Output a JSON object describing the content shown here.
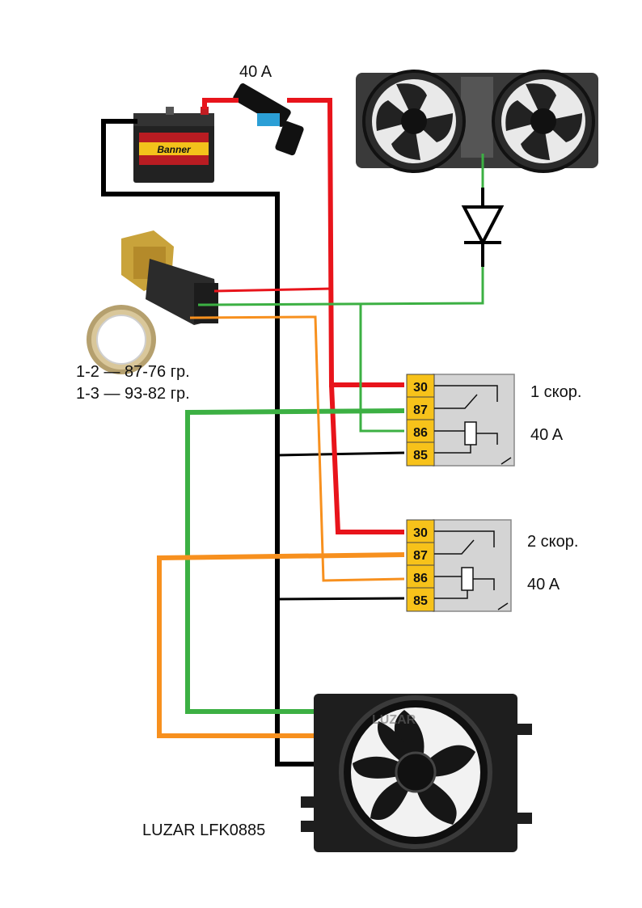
{
  "fuse": {
    "rating": "40 A"
  },
  "battery": {
    "brand": "Banner"
  },
  "thermo_switch": {
    "line1": "1-2 — 87-76 гр.",
    "line2": "1-3 — 93-82 гр."
  },
  "relay1": {
    "speed": "1 скор.",
    "rating": "40 A",
    "pins": [
      "30",
      "87",
      "86",
      "85"
    ]
  },
  "relay2": {
    "speed": "2 скор.",
    "rating": "40 A",
    "pins": [
      "30",
      "87",
      "86",
      "85"
    ]
  },
  "fan": {
    "model": "LUZAR LFK0885",
    "watermark": "LUZAR"
  },
  "colors": {
    "plus": "#e8141b",
    "ground": "#000000",
    "low_speed": "#3cb043",
    "high_speed": "#f7901e",
    "pin_bg": "#f7c21a",
    "relay_body": "#d4d4d4"
  }
}
